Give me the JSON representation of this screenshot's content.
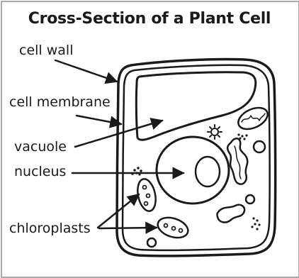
{
  "title": "Cross-Section of a Plant Cell",
  "labels": {
    "cell_wall": "cell wall",
    "cell_membrane": "cell membrane",
    "vacuole": "vacuole",
    "nucleus": "nucleus",
    "chloroplasts": "chloroplasts"
  },
  "colors": {
    "outline": "#1a1a1a",
    "frame": "#a9a9a9",
    "background": "#ffffff"
  }
}
